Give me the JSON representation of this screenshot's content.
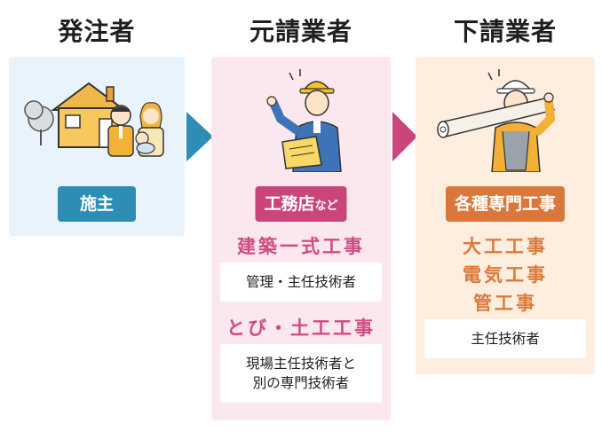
{
  "columns": [
    {
      "heading": "発注者",
      "tag": "施主",
      "tag_color": "#2e8db5",
      "icon": "house-family-illustration"
    },
    {
      "heading": "元請業者",
      "tag_main": "工務店",
      "tag_suffix": "など",
      "tag_color": "#c9457a",
      "icon": "manager-clipboard-illustration",
      "work_1": "建築一式工事",
      "box_1": "管理・主任技術者",
      "work_2": "とび・土工工事",
      "box_2_line1": "現場主任技術者と",
      "box_2_line2": "別の専門技術者",
      "text_color": "#cf4b82"
    },
    {
      "heading": "下請業者",
      "tag": "各種専門工事",
      "tag_color": "#d9783a",
      "icon": "worker-lumber-illustration",
      "work_lines": [
        "大工工事",
        "電気工事",
        "管工事"
      ],
      "box": "主任技術者",
      "text_color": "#db7a3c"
    }
  ],
  "arrows": [
    {
      "icon": "arrow-right-icon",
      "color": "#2e8db5"
    },
    {
      "icon": "arrow-right-icon",
      "color": "#c9457a"
    }
  ]
}
